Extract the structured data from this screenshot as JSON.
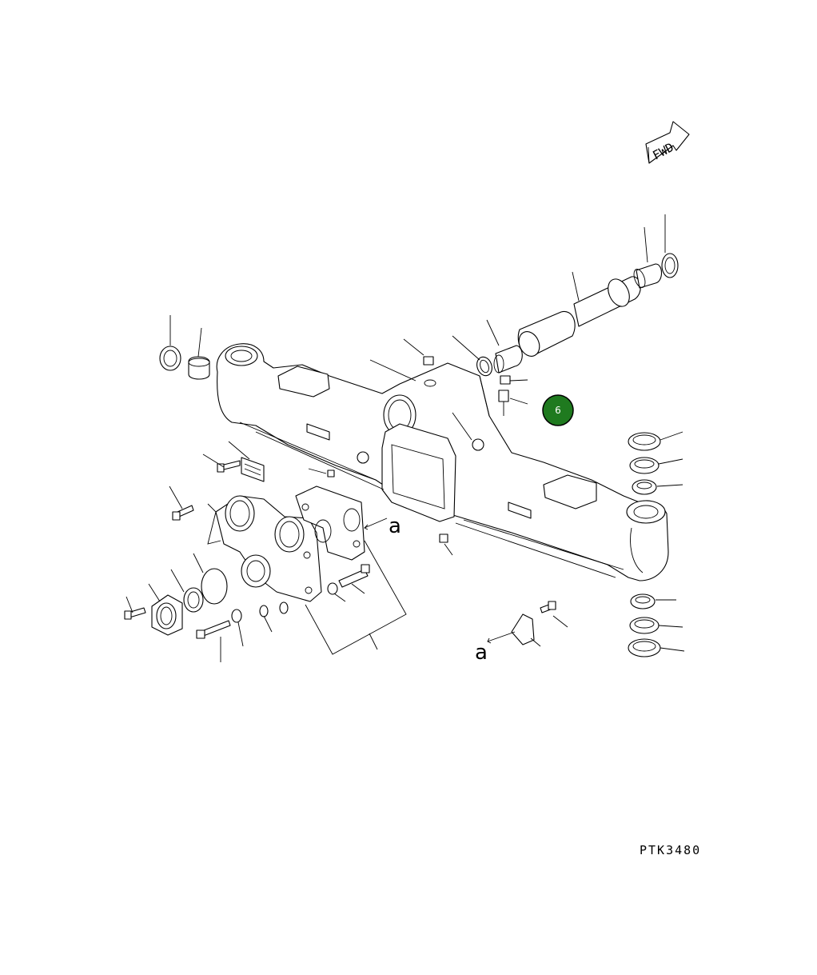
{
  "diagram": {
    "direction_label": "FWD",
    "detail_letter": "a",
    "drawing_code": "PTK3480",
    "highlighted_callout": "6",
    "colors": {
      "line": "#000000",
      "background": "#ffffff",
      "callout_fill": "#1f7a1f",
      "callout_text": "#ffffff"
    }
  }
}
